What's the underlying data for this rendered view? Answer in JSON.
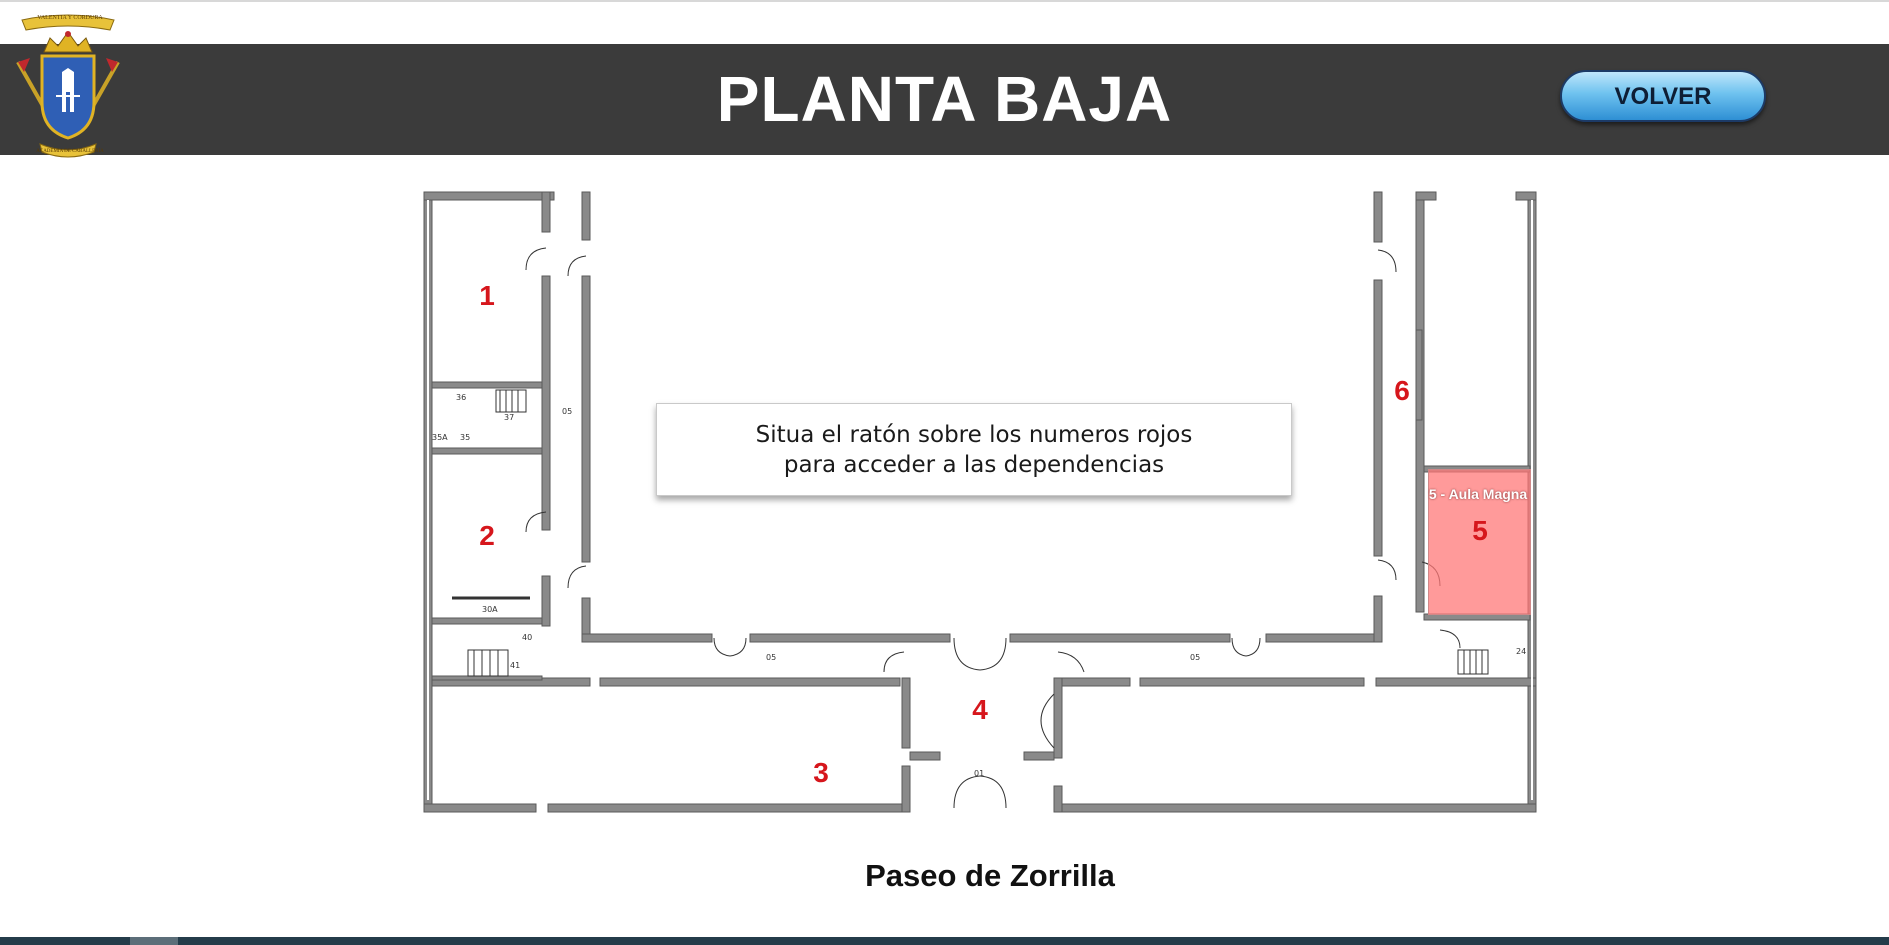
{
  "header": {
    "title": "PLANTA BAJA",
    "back_label": "VOLVER",
    "crest_motto": "VALENTIA Y CORDURA",
    "crest_caption": "ACADEMIA DE CABALLERÍA",
    "background": "#3b3b3b"
  },
  "plan": {
    "rooms": [
      {
        "number": "1"
      },
      {
        "number": "2"
      },
      {
        "number": "3"
      },
      {
        "number": "4"
      },
      {
        "number": "5"
      },
      {
        "number": "6"
      }
    ],
    "hover_label": "5 - Aula Magna",
    "small_labels": [
      "36",
      "37",
      "35A",
      "35",
      "05",
      "30A",
      "40",
      "41",
      "05",
      "05",
      "01",
      "24"
    ],
    "accent_color": "#d6161c",
    "highlight_color": "#ff7878"
  },
  "info": {
    "line1": "Situa el ratón  sobre los numeros rojos",
    "line2": "para acceder a las dependencias"
  },
  "street": "Paseo de Zorrilla"
}
